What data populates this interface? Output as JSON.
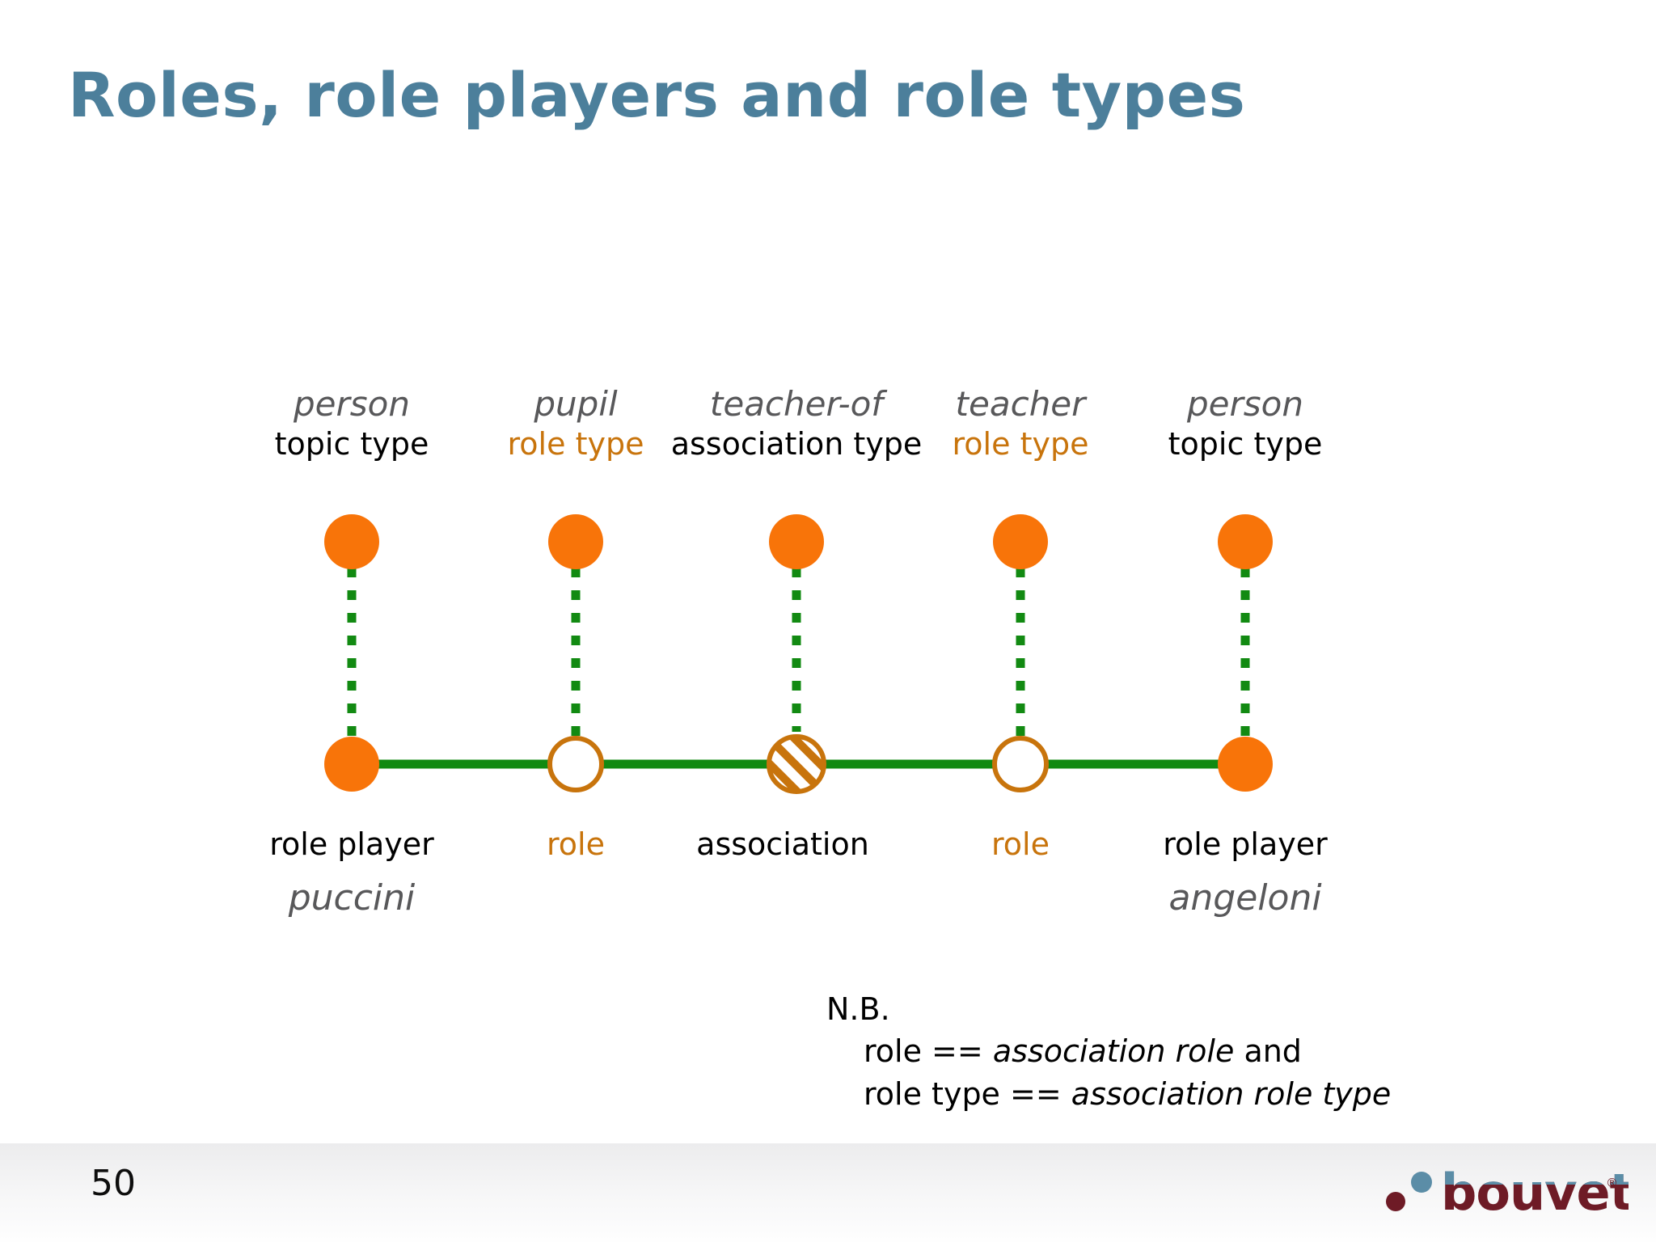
{
  "slide": {
    "title": "Roles, role players and role types",
    "page_number": "50"
  },
  "colors": {
    "title_blue": "#4c7f9b",
    "node_orange": "#f87409",
    "outline_orange": "#c8740c",
    "label_orange": "#c8740c",
    "link_green": "#128a12",
    "italic_gray": "#58585a",
    "logo_dark_red": "#6e1b26",
    "logo_blue": "#5b8da7"
  },
  "diagram": {
    "type": "topic-map-role-diagram",
    "columns": [
      {
        "name": "person",
        "kind": "topic type",
        "kind_color": "black",
        "top_node": "filled-circle",
        "bottom_node": "filled-circle",
        "bottom_label": "role player",
        "bottom_label_color": "black",
        "instance": "puccini"
      },
      {
        "name": "pupil",
        "kind": "role type",
        "kind_color": "orange",
        "top_node": "filled-circle",
        "bottom_node": "hollow-circle",
        "bottom_label": "role",
        "bottom_label_color": "orange",
        "instance": ""
      },
      {
        "name": "teacher-of",
        "kind": "association type",
        "kind_color": "black",
        "top_node": "filled-circle",
        "bottom_node": "hatched-circle",
        "bottom_label": "association",
        "bottom_label_color": "black",
        "instance": ""
      },
      {
        "name": "teacher",
        "kind": "role type",
        "kind_color": "orange",
        "top_node": "filled-circle",
        "bottom_node": "hollow-circle",
        "bottom_label": "role",
        "bottom_label_color": "orange",
        "instance": ""
      },
      {
        "name": "person",
        "kind": "topic type",
        "kind_color": "black",
        "top_node": "filled-circle",
        "bottom_node": "filled-circle",
        "bottom_label": "role player",
        "bottom_label_color": "black",
        "instance": "angeloni"
      }
    ],
    "vertical_connector_style": "dotted-green",
    "horizontal_connector_style": "solid-green"
  },
  "note": {
    "heading": "N.B.",
    "line1_pre": "role == ",
    "line1_em": "association role",
    "line1_post": " and",
    "line2_pre": "role type == ",
    "line2_em": "association role type",
    "line2_post": ""
  },
  "brand": {
    "name": "bouvet",
    "trademark": "®"
  }
}
